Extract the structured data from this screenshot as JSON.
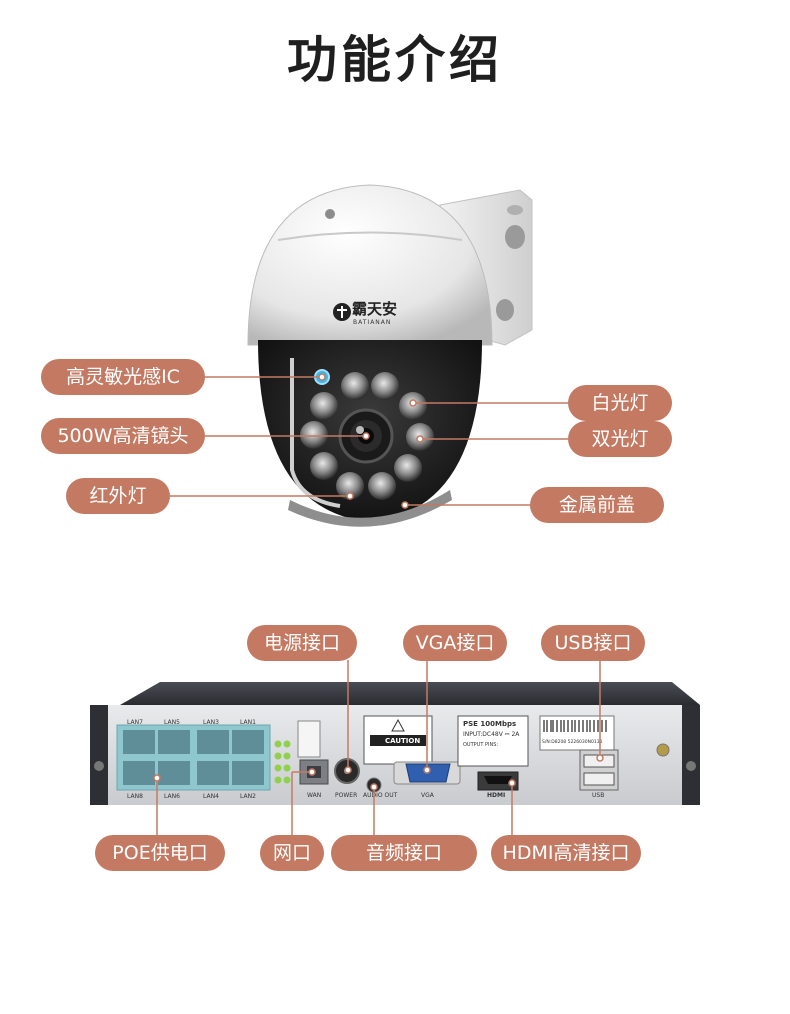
{
  "title": "功能介绍",
  "colors": {
    "accent": "#c47a62",
    "line": "#c47a62"
  },
  "camera": {
    "brand_cn": "霸天安",
    "brand_en": "BATIANAN",
    "callouts": [
      {
        "id": "sensor",
        "label": "高灵敏光感IC"
      },
      {
        "id": "lens",
        "label": "500W高清镜头"
      },
      {
        "id": "ir",
        "label": "红外灯"
      },
      {
        "id": "white",
        "label": "白光灯"
      },
      {
        "id": "dual",
        "label": "双光灯"
      },
      {
        "id": "cover",
        "label": "金属前盖"
      }
    ]
  },
  "nvr": {
    "callouts": [
      {
        "id": "power",
        "label": "电源接口"
      },
      {
        "id": "vga",
        "label": "VGA接口"
      },
      {
        "id": "usb",
        "label": "USB接口"
      },
      {
        "id": "poe",
        "label": "POE供电口"
      },
      {
        "id": "wan",
        "label": "网口"
      },
      {
        "id": "audio",
        "label": "音频接口"
      },
      {
        "id": "hdmi",
        "label": "HDMI高清接口"
      }
    ],
    "lan_top": [
      "LAN7",
      "LAN5",
      "LAN3",
      "LAN1"
    ],
    "lan_bottom": [
      "LAN8",
      "LAN6",
      "LAN4",
      "LAN2"
    ],
    "port_labels": {
      "wan": "WAN",
      "power": "POWER",
      "audio": "AUDIO OUT",
      "vga": "VGA",
      "usb": "USB",
      "hdmi": "HDMI"
    },
    "caution": "CAUTION",
    "pse": "PSE 100Mbps",
    "input": "INPUT:DC48V ⎓ 2A",
    "output_pins": "OUTPUT PINS:",
    "serial": "S/N:D8208 5226030N0131"
  }
}
